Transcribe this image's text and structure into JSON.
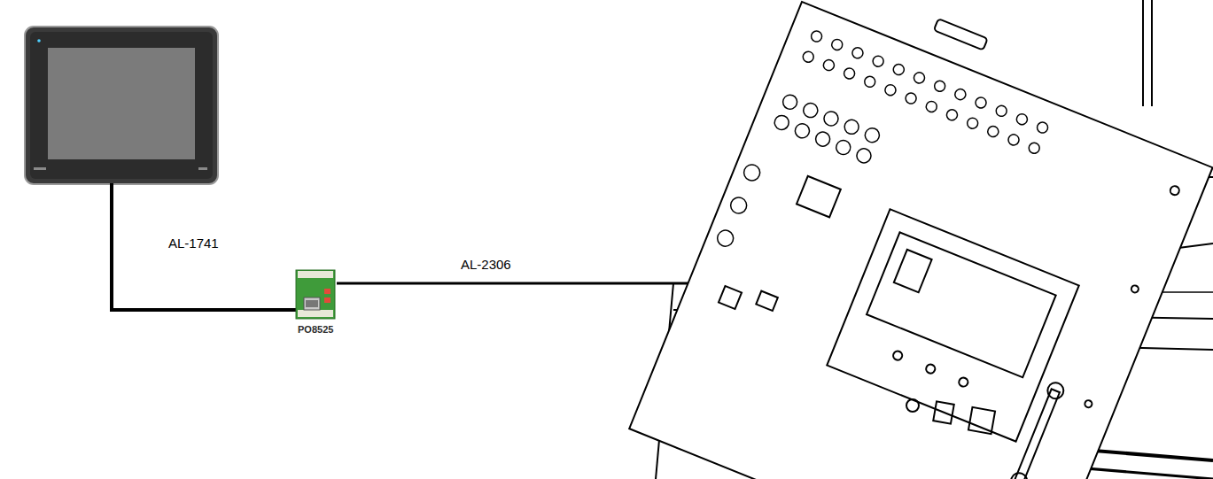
{
  "diagram": {
    "nodes": [
      {
        "text": [
          "PO8525"
        ]
      }
    ],
    "labels": [
      "AL-1741",
      "AL-2306"
    ]
  }
}
